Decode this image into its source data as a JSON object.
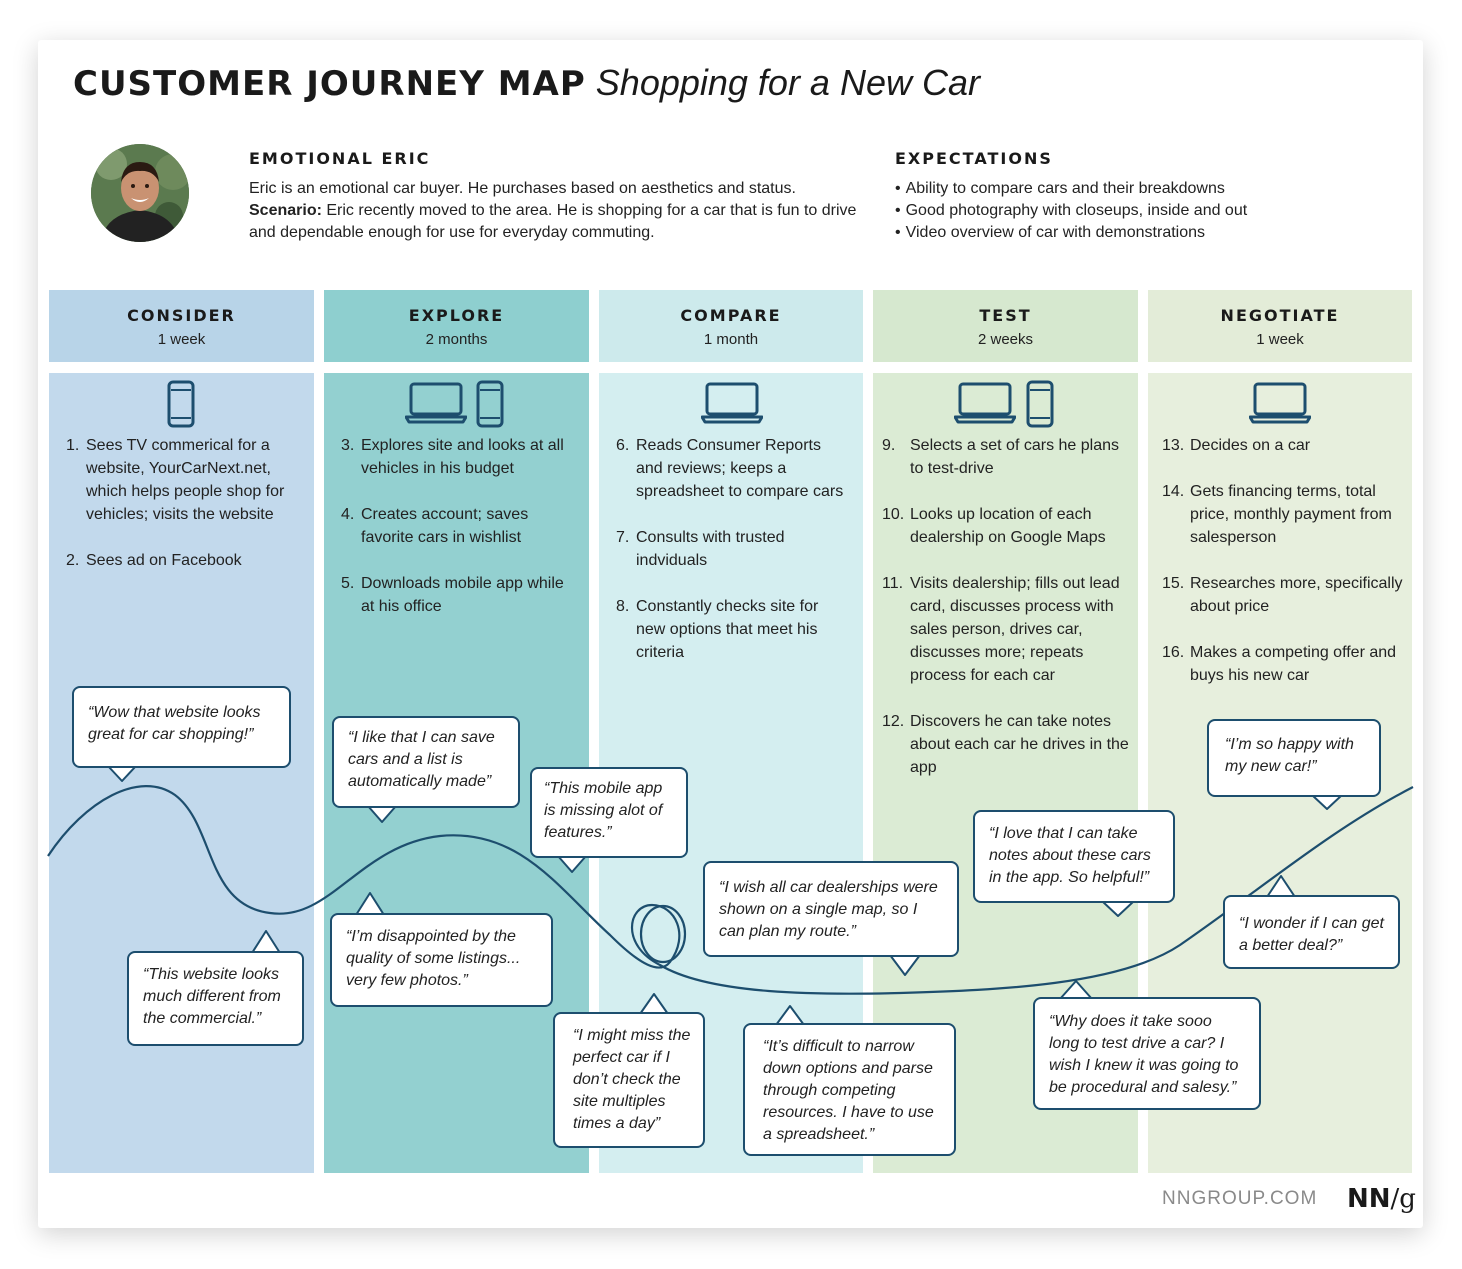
{
  "header": {
    "title_main": "CUSTOMER JOURNEY MAP",
    "title_sub": "Shopping for a New Car"
  },
  "persona": {
    "name": "EMOTIONAL ERIC",
    "description": "Eric is an emotional car buyer. He purchases based on aesthetics and status.",
    "scenario_label": "Scenario:",
    "scenario_text": "Eric recently moved to the area. He is shopping for a car that is fun to drive and dependable enough for use for everyday commuting."
  },
  "expectations": {
    "title": "EXPECTATIONS",
    "items": [
      "Ability to compare cars and their breakdowns",
      "Good photography with closeups, inside and out",
      "Video overview of car with demonstrations"
    ]
  },
  "phases": [
    {
      "name": "CONSIDER",
      "duration": "1 week",
      "header_color": "#b8d4e8",
      "body_color": "#c2d9ec",
      "devices": [
        "phone-icon"
      ],
      "steps": [
        {
          "num": "1.",
          "text": "Sees TV commerical for a website, YourCarNext.net, which helps people shop for vehicles; visits the website"
        },
        {
          "num": "2.",
          "text": "Sees ad on Facebook"
        }
      ]
    },
    {
      "name": "EXPLORE",
      "duration": "2 months",
      "header_color": "#8ecfcf",
      "body_color": "#93d0d0",
      "devices": [
        "laptop-icon",
        "phone-icon"
      ],
      "steps": [
        {
          "num": "3.",
          "text": "Explores site and looks at all vehicles in his budget"
        },
        {
          "num": "4.",
          "text": "Creates account; saves favorite cars in wishlist"
        },
        {
          "num": "5.",
          "text": "Downloads mobile app while at his office"
        }
      ]
    },
    {
      "name": "COMPARE",
      "duration": "1 month",
      "header_color": "#cdeaec",
      "body_color": "#d4eef0",
      "devices": [
        "laptop-icon"
      ],
      "steps": [
        {
          "num": "6.",
          "text": "Reads Consumer Reports and reviews; keeps a spreadsheet to compare cars"
        },
        {
          "num": "7.",
          "text": "Consults with trusted indviduals"
        },
        {
          "num": "8.",
          "text": "Constantly checks site for new options that meet his criteria"
        }
      ]
    },
    {
      "name": "TEST",
      "duration": "2 weeks",
      "header_color": "#d6e8cf",
      "body_color": "#dbebd4",
      "devices": [
        "laptop-icon",
        "phone-icon"
      ],
      "steps": [
        {
          "num": "9.",
          "text": "Selects a set of cars he plans to test-drive"
        },
        {
          "num": "10.",
          "text": "Looks up location of each dealership on Google Maps"
        },
        {
          "num": "11.",
          "text": "Visits dealership; fills out lead card, discusses process with sales person, drives car, discusses more; repeats process for each car"
        },
        {
          "num": "12.",
          "text": "Discovers he can take notes about each car he drives in the app"
        }
      ]
    },
    {
      "name": "NEGOTIATE",
      "duration": "1 week",
      "header_color": "#e3ecd8",
      "body_color": "#e7efdd",
      "devices": [
        "laptop-icon"
      ],
      "steps": [
        {
          "num": "13.",
          "text": "Decides on a car"
        },
        {
          "num": "14.",
          "text": "Gets financing terms, total price, monthly payment from salesperson"
        },
        {
          "num": "15.",
          "text": "Researches more, specifically about price"
        },
        {
          "num": "16.",
          "text": "Makes a competing offer and buys his new car"
        }
      ]
    }
  ],
  "quotes": [
    "“Wow that website looks great for car shopping!”",
    "“This website looks much different from the commercial.”",
    "“I like that I can save cars and a list is automatically made”",
    "“I’m disappointed by the quality of some listings... very few photos.”",
    "“This mobile app is missing alot of features.”",
    "“I might miss the perfect car if I don’t check the site multiples times a day”",
    "“I wish all car dealerships were shown on a single map, so I can plan my route.”",
    "“It’s difficult to narrow down options and parse through competing resources. I have to use a spreadsheet.”",
    "“I love that I can take notes about these cars in the app. So helpful!”",
    "“Why does it take sooo long to test drive a car? I wish I knew it was going to be procedural and salesy.”",
    "“I’m so happy with my new car!”",
    "“I wonder if I can get a better deal?”"
  ],
  "footer": {
    "url": "NNGROUP.COM",
    "logo_n1": "N",
    "logo_n2": "N",
    "logo_slash": "/",
    "logo_g": "g"
  },
  "colors": {
    "curve": "#1d4e6e",
    "bubble_border": "#1d4e6e"
  }
}
